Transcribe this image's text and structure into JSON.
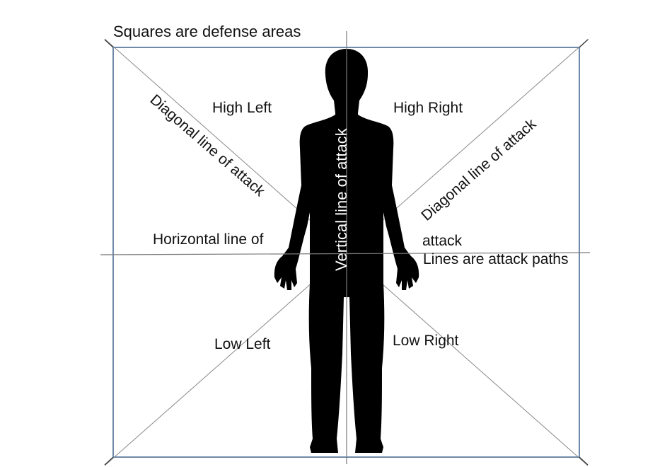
{
  "title_note": "Squares are defense areas",
  "lines_note": "Lines are attack paths",
  "quadrants": {
    "high_left": "High Left",
    "high_right": "High Right",
    "low_left": "Low Left",
    "low_right": "Low Right"
  },
  "attack_lines": {
    "diagonal_left": "Diagonal line of attack",
    "diagonal_right": "Diagonal line of attack",
    "vertical": "Vertical line of attack",
    "horizontal_part1": "Horizontal line of",
    "horizontal_part2": "attack"
  },
  "colors": {
    "square_border": "#6e8aa8",
    "attack_line": "#888888",
    "silhouette": "#000000",
    "text": "#111111",
    "vertical_text": "#ffffff"
  }
}
